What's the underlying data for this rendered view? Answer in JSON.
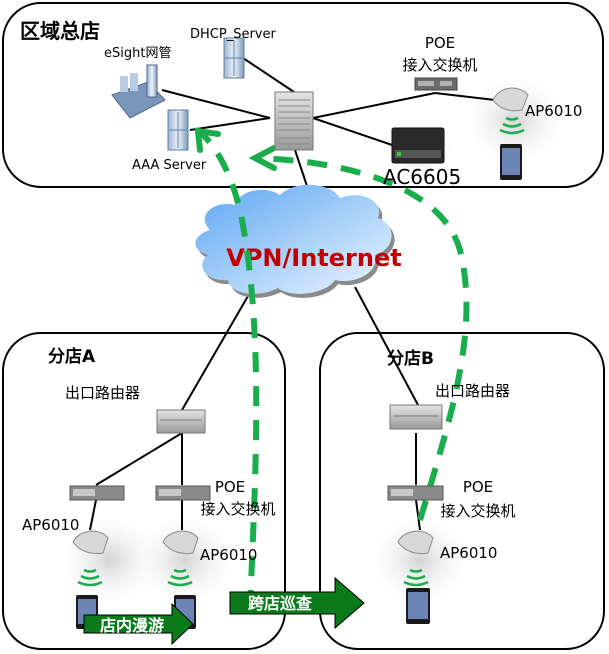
{
  "regions": {
    "hq": {
      "title": "区域总店"
    },
    "branch_a": {
      "title": "分店A"
    },
    "branch_b": {
      "title": "分店B"
    }
  },
  "hq_devices": {
    "dhcp_label": "DHCP_Server",
    "esight_label": "eSight网管",
    "aaa_label": "AAA Server",
    "poe_line1": "POE",
    "poe_line2": "接入交换机",
    "ap_label": "AP6010",
    "ac_label": "AC6605"
  },
  "cloud": {
    "label": "VPN/Internet"
  },
  "branch_a_devices": {
    "router_label": "出口路由器",
    "poe_line1": "POE",
    "poe_line2": "接入交换机",
    "ap_left_label": "AP6010",
    "ap_right_label": "AP6010"
  },
  "branch_b_devices": {
    "router_label": "出口路由器",
    "poe_line1": "POE",
    "poe_line2": "接入交换机",
    "ap_label": "AP6010"
  },
  "arrows": {
    "in_store_roaming": "店内漫游",
    "cross_store_patrol": "跨店巡查"
  },
  "colors": {
    "path_green": "#1aad4b",
    "arrow_green": "#0a7a1a",
    "cloud_text": "#c00000"
  }
}
